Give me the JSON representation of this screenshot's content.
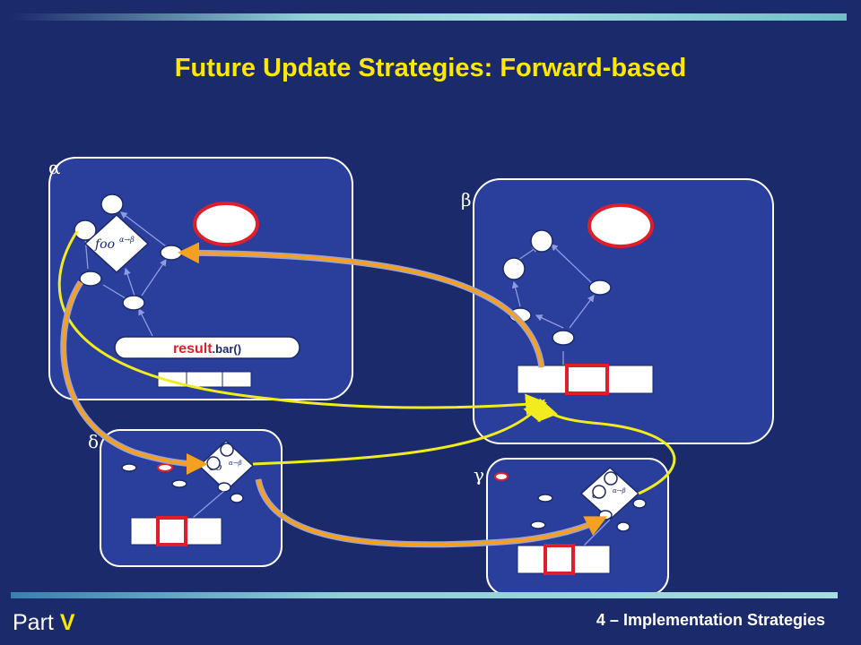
{
  "slide": {
    "title": "Future Update Strategies: Forward-based",
    "footer_part_label": "Part",
    "footer_part_number": "V",
    "footer_section": "4 – Implementation Strategies"
  },
  "diagram": {
    "processes": {
      "alpha": "α",
      "beta": "β",
      "delta": "δ",
      "gamma": "γ"
    },
    "future_label": "foo",
    "future_sup": "α→β",
    "future_label_partial": "oo",
    "result_call": {
      "object": "result",
      "method": ".bar()"
    },
    "colors": {
      "background": "#1b2a6b",
      "process_fill": "#2a3e9c",
      "title": "#ffe800",
      "marked": "#e01e2a",
      "forward_arrow": "#f5a020",
      "reference_arrow": "#f2ec1e"
    }
  }
}
